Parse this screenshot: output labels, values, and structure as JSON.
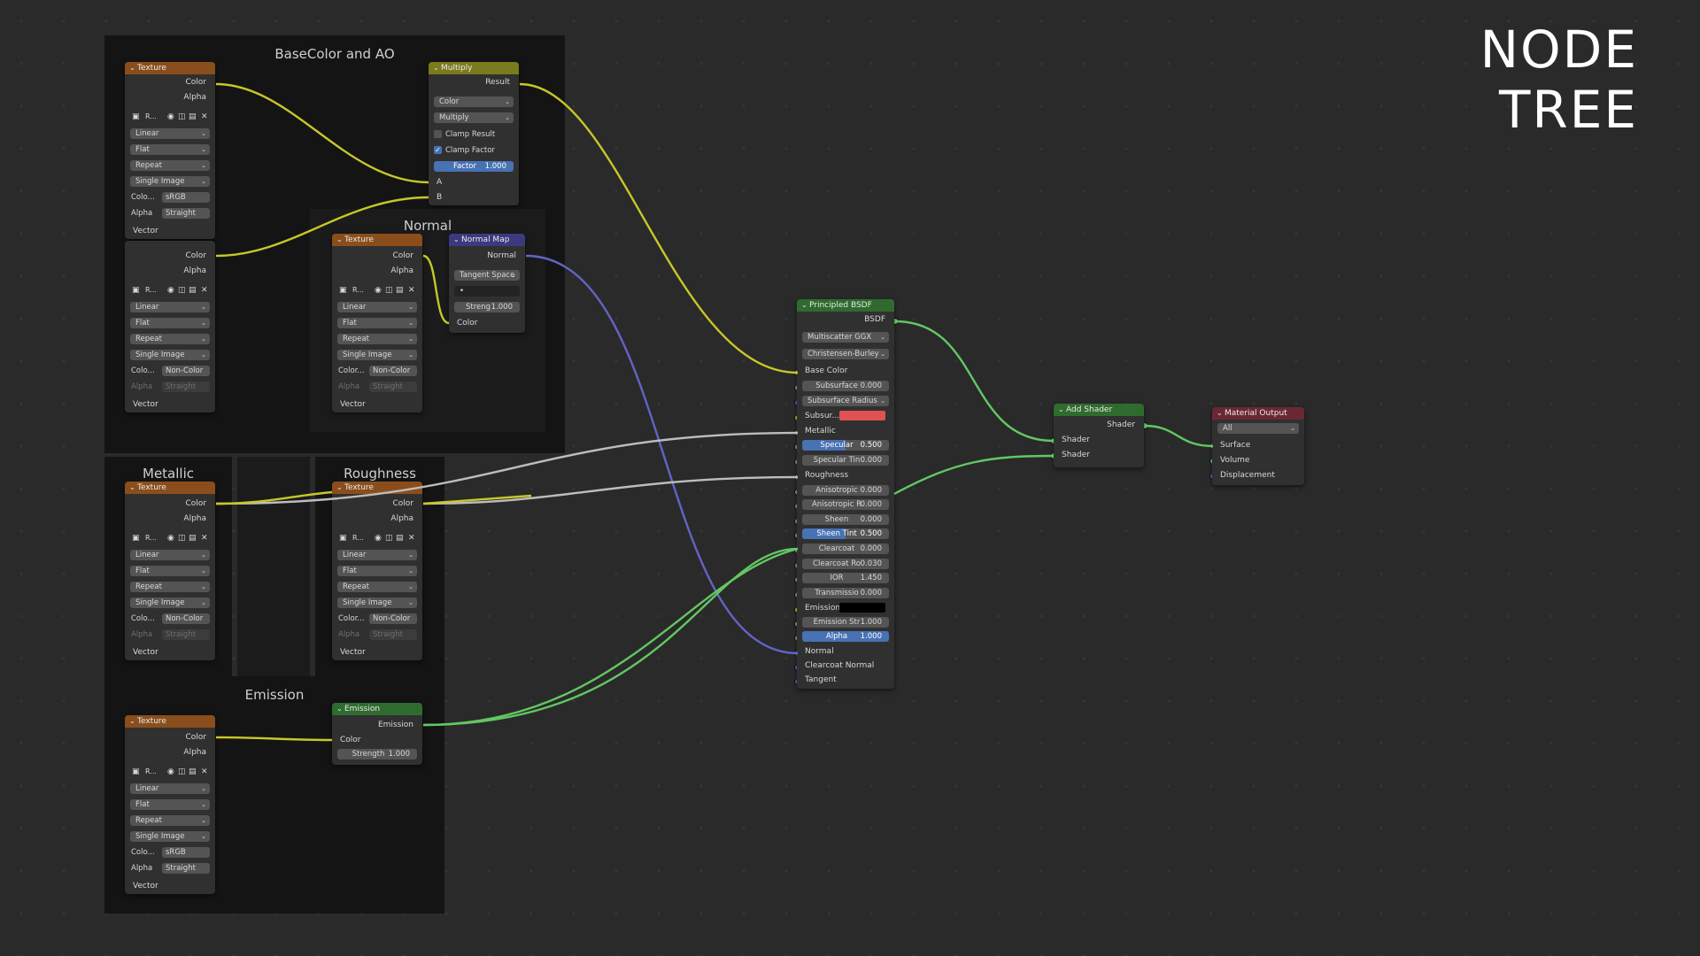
{
  "title": "NODE TREE",
  "frames": {
    "basecolor": "BaseColor and AO",
    "normal": "Normal",
    "metallic": "Metallic",
    "roughness": "Roughness",
    "emission": "Emission"
  },
  "texture": {
    "header": "Texture",
    "out_color": "Color",
    "out_alpha": "Alpha",
    "image_name": "R...",
    "interp": "Linear",
    "projection": "Flat",
    "extension": "Repeat",
    "source": "Single Image",
    "colorspace_label_short": "Colo...",
    "colorspace_label": "Color...",
    "colorspace_srgb": "sRGB",
    "colorspace_noncolor": "Non-Color",
    "alpha_label": "Alpha",
    "alpha_mode": "Straight",
    "in_vector": "Vector"
  },
  "multiply": {
    "header": "Multiply",
    "out_result": "Result",
    "data_type": "Color",
    "blend": "Multiply",
    "clamp_result": "Clamp Result",
    "clamp_factor": "Clamp Factor",
    "factor_label": "Factor",
    "factor_value": "1.000",
    "in_a": "A",
    "in_b": "B"
  },
  "normal_map": {
    "header": "Normal Map",
    "out_normal": "Normal",
    "space": "Tangent Space",
    "uv": "•",
    "strength_label": "Streng",
    "strength_value": "1.000",
    "in_color": "Color"
  },
  "emission": {
    "header": "Emission",
    "out_emission": "Emission",
    "in_color": "Color",
    "strength_label": "Strength",
    "strength_value": "1.000"
  },
  "bsdf": {
    "header": "Principled BSDF",
    "out_bsdf": "BSDF",
    "distribution": "Multiscatter GGX",
    "subsurface_method": "Christensen-Burley",
    "base_color": "Base Color",
    "subsurface": {
      "label": "Subsurface",
      "value": "0.000"
    },
    "subsurface_radius": "Subsurface Radius",
    "subsurface_color": "Subsur...",
    "metallic": "Metallic",
    "specular": {
      "label": "Specular",
      "value": "0.500"
    },
    "specular_tint": {
      "label": "Specular Tin",
      "value": "0.000"
    },
    "roughness": "Roughness",
    "anisotropic": {
      "label": "Anisotropic",
      "value": "0.000"
    },
    "anisotropic_rot": {
      "label": "Anisotropic R",
      "value": "0.000"
    },
    "sheen": {
      "label": "Sheen",
      "value": "0.000"
    },
    "sheen_tint": {
      "label": "Sheen Tint",
      "value": "0.500"
    },
    "clearcoat": {
      "label": "Clearcoat",
      "value": "0.000"
    },
    "clearcoat_rough": {
      "label": "Clearcoat Ro",
      "value": "0.030"
    },
    "ior": {
      "label": "IOR",
      "value": "1.450"
    },
    "transmission": {
      "label": "Transmissio",
      "value": "0.000"
    },
    "emission": "Emission",
    "emission_strength": {
      "label": "Emission Str",
      "value": "1.000"
    },
    "alpha": {
      "label": "Alpha",
      "value": "1.000"
    },
    "normal": "Normal",
    "clearcoat_normal": "Clearcoat Normal",
    "tangent": "Tangent",
    "subsurface_color_hex": "#e05252"
  },
  "add_shader": {
    "header": "Add Shader",
    "out_shader": "Shader",
    "in_shader_1": "Shader",
    "in_shader_2": "Shader"
  },
  "material_output": {
    "header": "Material Output",
    "target": "All",
    "surface": "Surface",
    "volume": "Volume",
    "displacement": "Displacement"
  },
  "colors": {
    "color_socket": "#c7c729",
    "float_socket": "#9a9a9a",
    "vector_socket": "#6363c7",
    "shader_socket": "#63c763",
    "texture_header": "#8a4e1c",
    "selection_blue": "#4772b3"
  }
}
